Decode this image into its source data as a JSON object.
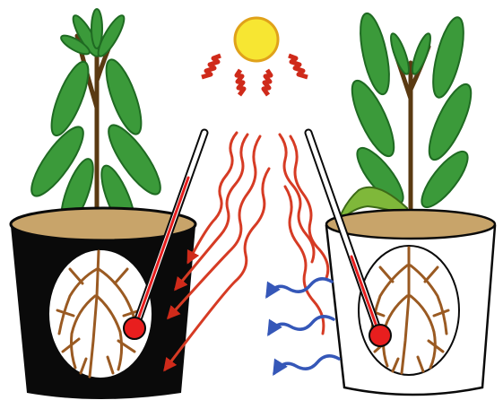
{
  "colors": {
    "sun_fill": "#f7e632",
    "sun_stroke": "#e0a21a",
    "heat_ray": "#cf2a1a",
    "heat_wave": "#d63b24",
    "cool_wave": "#3557b8",
    "leaf": "#3b9a3a",
    "leaf_dark": "#1f6a22",
    "stem": "#5a3a12",
    "soil": "#c8a46a",
    "root": "#9a5a22",
    "pot_dark": "#0a0a0a",
    "pot_light": "#ffffff",
    "thermometer_bulb": "#e81e1e"
  },
  "scene": {
    "sun": "sun-icon",
    "left_pot": "black-pot",
    "right_pot": "white-pot",
    "left_plant_state": "upright",
    "right_plant_state": "lower-leaf-wilting",
    "left_thermometer_level": "high",
    "right_thermometer_level": "low",
    "heat_wave_count_to_left_pot": 4,
    "heat_wave_count_to_right_pot": 3,
    "cool_arrow_count": 3
  }
}
